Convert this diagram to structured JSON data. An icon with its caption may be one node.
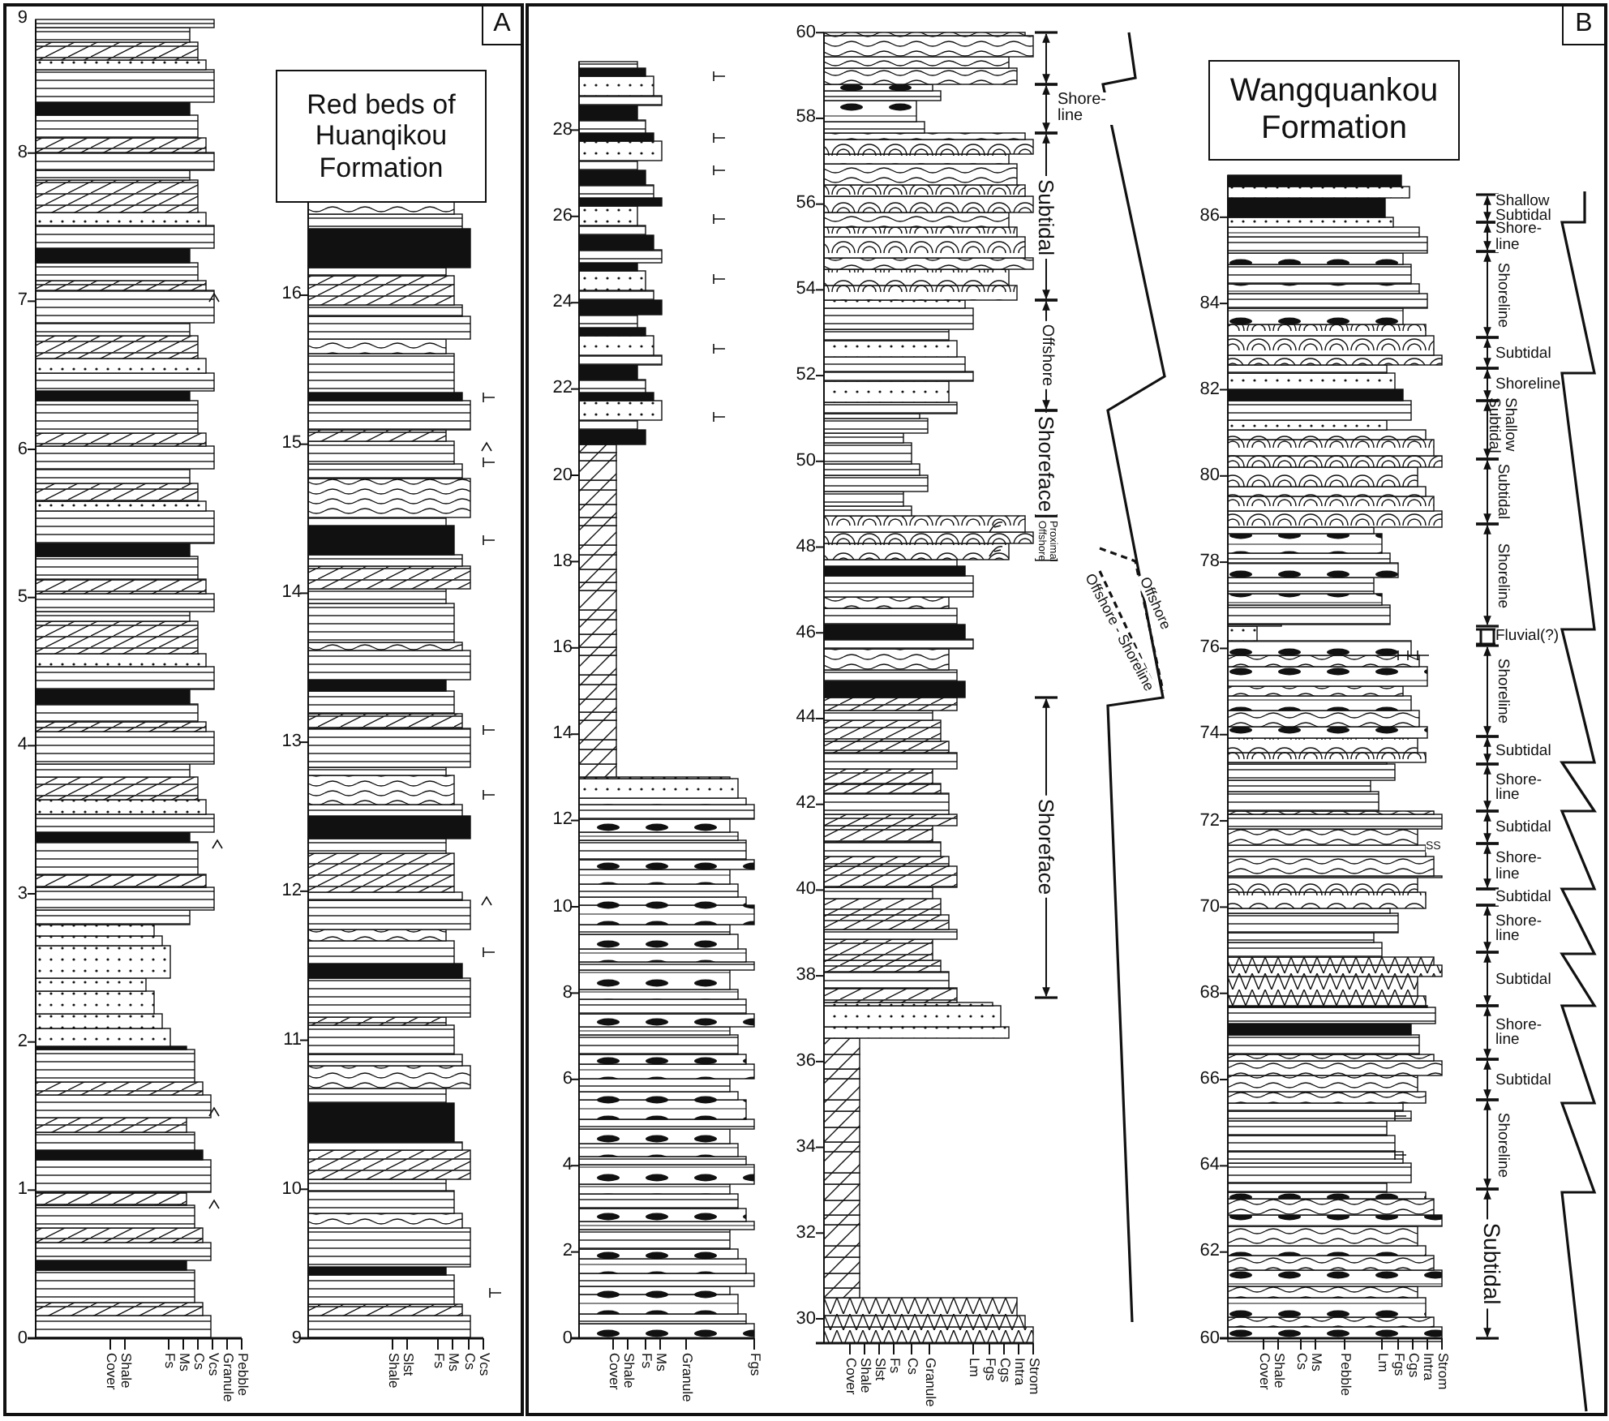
{
  "diagram": {
    "nodes": [
      {
        "text": [
          "A"
        ]
      },
      {
        "text": [
          "Red beds of Huanqikou Formation"
        ]
      },
      {
        "text": [
          "B"
        ]
      },
      {
        "text": [
          "Wangquankou Formation"
        ]
      }
    ],
    "labels": [
      "0",
      "1",
      "2",
      "3",
      "4",
      "5",
      "6",
      "7",
      "8",
      "9",
      "Cover",
      "Shale",
      "Fs",
      "Ms",
      "Cs",
      "Vcs",
      "Granule",
      "Pebble",
      "9",
      "10",
      "11",
      "12",
      "13",
      "14",
      "15",
      "16",
      "Shale",
      "Slst",
      "Fs",
      "Ms",
      "Cs",
      "Vcs",
      "0",
      "2",
      "4",
      "6",
      "8",
      "10",
      "12",
      "14",
      "16",
      "18",
      "20",
      "22",
      "24",
      "26",
      "28",
      "Cover",
      "Shale",
      "Fs",
      "Ms",
      "Granule",
      "Fgs",
      "30",
      "32",
      "34",
      "36",
      "38",
      "40",
      "42",
      "44",
      "46",
      "48",
      "50",
      "52",
      "54",
      "56",
      "58",
      "60",
      "Cover",
      "Shale",
      "Slst",
      "Fs",
      "Cs",
      "Granule",
      "Lm",
      "Fgs",
      "Cgs",
      "Intra",
      "Strom",
      "Shore-line",
      "Subtidal",
      "Offshore",
      "Shoreface",
      "Proximal Offshore",
      "Offshore",
      "Offshore - Shoreline",
      "Shoreface",
      "60",
      "62",
      "64",
      "66",
      "68",
      "70",
      "72",
      "74",
      "76",
      "78",
      "80",
      "82",
      "84",
      "86",
      "Cover",
      "Shale",
      "Cs",
      "Ms",
      "Pebble",
      "Lm",
      "Fgs",
      "Cgs",
      "Intra",
      "Strom",
      "Shallow Subtidal",
      "Shore-line",
      "Shoreline",
      "Subtidal",
      "Shoreline",
      "Shallow Subtidal",
      "Subtidal",
      "Shoreline",
      "Fluvial(?)",
      "Shoreline",
      "Subtidal",
      "Shore-line",
      "Subtidal",
      "Shore-line",
      "Subtidal",
      "Shore-line",
      "Subtidal",
      "Shore-line",
      "Subtidal",
      "Shoreline",
      "Subtidal",
      "SS"
    ]
  }
}
